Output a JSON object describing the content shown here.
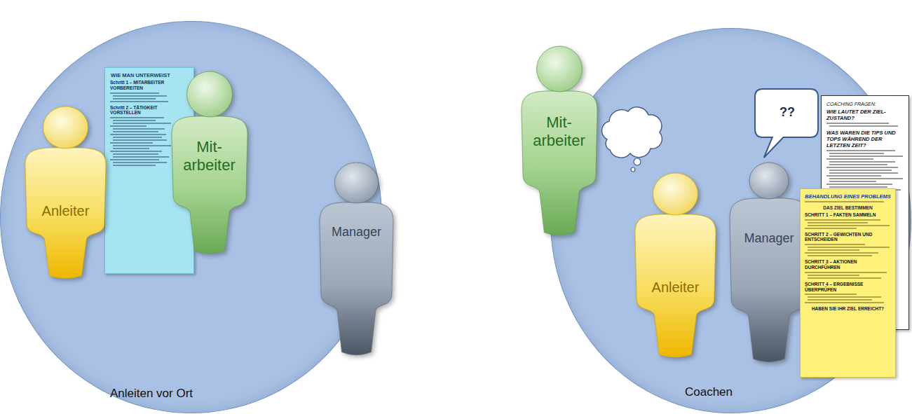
{
  "diagram": {
    "nodes": [
      {
        "text": [
          "Anleiten vor Ort"
        ]
      },
      {
        "text": [
          "WIE MAN UNTERWEIST",
          "Schritt 1 – MITARBEITER VORBEREITEN",
          "Schritt 2 – TÄTIGKEIT VORSTELLEN"
        ],
        "in": 0
      },
      {
        "text": [
          "Anleiter"
        ],
        "in": 0
      },
      {
        "text": [
          "Mit- arbeiter"
        ],
        "in": 0
      },
      {
        "text": [
          "Manager"
        ],
        "in": 0
      },
      {
        "text": [
          "Coachen"
        ]
      },
      {
        "text": [
          "Mit- arbeiter"
        ]
      },
      {
        "text": [
          "??"
        ],
        "in": 5
      },
      {
        "text": [
          "Anleiter"
        ],
        "in": 5
      },
      {
        "text": [
          "Manager"
        ],
        "in": 5
      },
      {
        "text": [
          "COACHING FRAGEN:",
          "WIE LAUTET DER ZIEL-ZUSTAND?",
          "WAS WAREN DIE TIPS UND TOPS WÄHREND DER LETZTEN ZEIT?"
        ],
        "in": 5
      },
      {
        "text": [
          "BEHANDLUNG EINES PROBLEMS",
          "DAS ZIEL BESTIMMEN",
          "SCHRITT 1 – FAKTEN SAMMELN",
          "SCHRITT 2 – GEWICHTEN UND ENTSCHEIDEN",
          "SCHRITT 3 – AKTIONEN DURCHFÜHREN",
          "SCHRITT 4 – ERGEBNISSE ÜBERPRÜFEN",
          "HABEN SIE IHR ZIEL ERREICHT?"
        ],
        "in": 5
      }
    ]
  }
}
